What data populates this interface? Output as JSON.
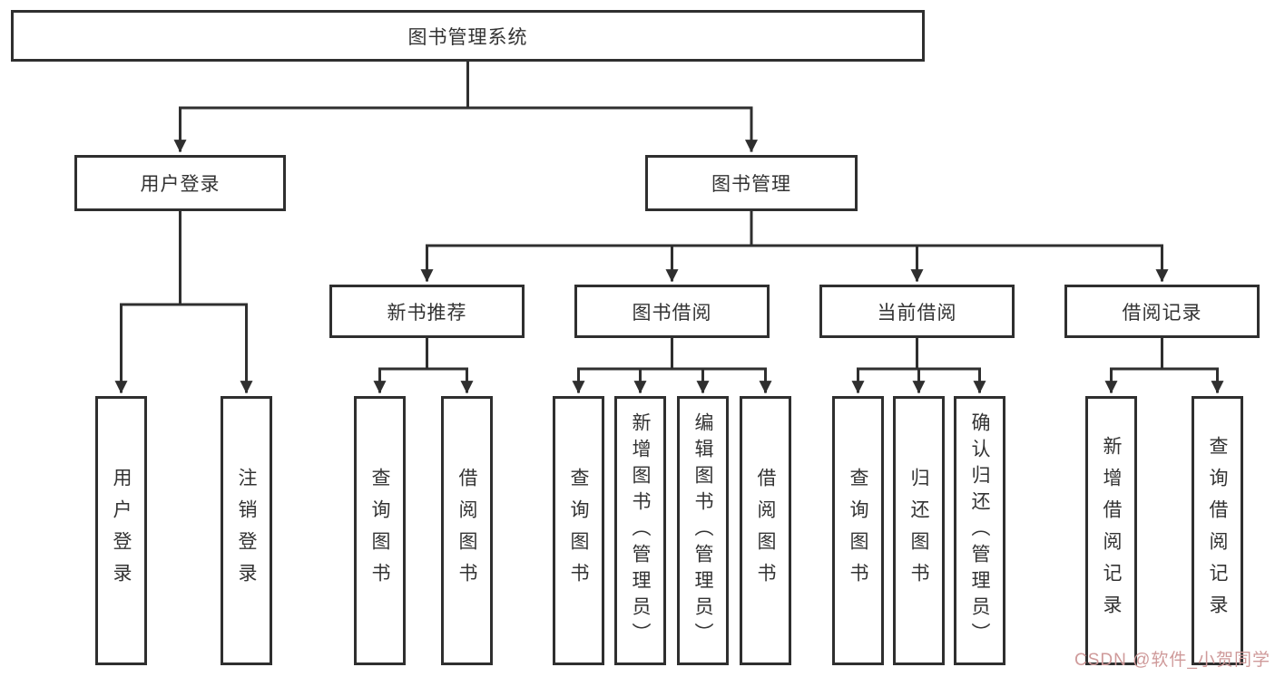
{
  "title": "图书管理系统",
  "colors": {
    "line": "#2f2f2f",
    "border": "#2f2f2f",
    "text": "#333333",
    "background": "#ffffff",
    "watermark": "#cf9a9a"
  },
  "nodes": {
    "root": {
      "label": "图书管理系统"
    },
    "user_login": {
      "label": "用户登录"
    },
    "book_management": {
      "label": "图书管理"
    },
    "new_book_recommend": {
      "label": "新书推荐"
    },
    "book_borrow": {
      "label": "图书借阅"
    },
    "current_borrow": {
      "label": "当前借阅"
    },
    "borrow_records": {
      "label": "借阅记录"
    },
    "ul_login": {
      "label": "用户登录"
    },
    "ul_logout": {
      "label": "注销登录"
    },
    "nbr_query_book": {
      "label": "查询图书"
    },
    "nbr_borrow_book": {
      "label": "借阅图书"
    },
    "bb_query_book": {
      "label": "查询图书"
    },
    "bb_add_book": {
      "label": "新增图书（管理员）"
    },
    "bb_edit_book": {
      "label": "编辑图书（管理员）"
    },
    "bb_borrow_book": {
      "label": "借阅图书"
    },
    "cb_query_book": {
      "label": "查询图书"
    },
    "cb_return_book": {
      "label": "归还图书"
    },
    "cb_confirm_return": {
      "label": "确认归还（管理员）"
    },
    "br_add_record": {
      "label": "新增借阅记录"
    },
    "br_query_record": {
      "label": "查询借阅记录"
    }
  },
  "watermark": {
    "text": "CSDN @软件_小贺同学"
  }
}
